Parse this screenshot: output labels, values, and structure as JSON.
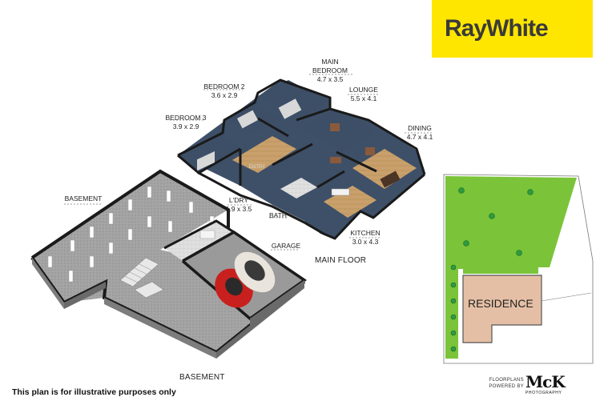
{
  "brand": {
    "name": "RayWhite",
    "colors": {
      "yellow": "#ffe600",
      "text": "#3a3a3a"
    }
  },
  "rooms": {
    "main_bedroom": {
      "name": "MAIN\nBEDROOM",
      "name_line1": "MAIN",
      "name_line2": "BEDROOM",
      "dims": "4.7 x 3.5"
    },
    "bedroom_2": {
      "name": "BEDROOM 2",
      "dims": "3.6 x 2.9"
    },
    "bedroom_3": {
      "name": "BEDROOM 3",
      "dims": "3.9 x 2.9"
    },
    "lounge": {
      "name": "LOUNGE",
      "dims": "5.5 x 4.1"
    },
    "dining": {
      "name": "DINING",
      "dims": "4.7 x 4.1"
    },
    "laundry": {
      "name": "L'DRY",
      "dims": "1.9 x 3.5"
    },
    "kitchen": {
      "name": "KITCHEN",
      "dims": "3.0 x 4.3"
    },
    "bath": {
      "name": "BATH"
    },
    "entry": {
      "name": "ENTRY"
    },
    "garage": {
      "name": "GARAGE"
    },
    "basement_upper": {
      "name": "BASEMENT"
    }
  },
  "levels": {
    "main_floor": "MAIN FLOOR",
    "basement": "BASEMENT"
  },
  "site_plan": {
    "residence_label": "RESIDENCE",
    "colors": {
      "lawn": "#7bc43a",
      "residence": "#e5bfa5",
      "tree": "#2e9a3e"
    }
  },
  "disclaimer": "This plan is for illustrative purposes only",
  "credit": {
    "line1": "FLOORPLANS",
    "line2": "POWERED BY",
    "brand": "McK",
    "sub": "PHOTOGRAPHY"
  },
  "colors": {
    "wall": "#1a1a1a",
    "carpet": "#3d4f66",
    "timber": "#c7a06a",
    "concrete": "#9a9a9a",
    "tile": "#d9d9d9"
  }
}
